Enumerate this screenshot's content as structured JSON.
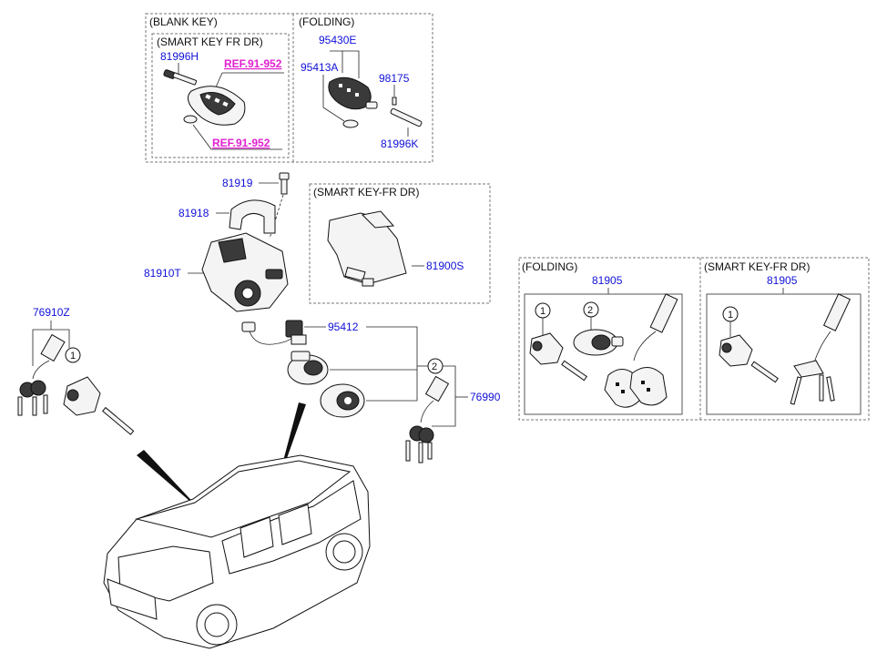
{
  "colors": {
    "part_number": "#1010d8",
    "reference": "#e020d0",
    "caption": "#111111"
  },
  "captions": {
    "blank_key": "(BLANK KEY)",
    "smart_key_fr_dr_top": "(SMART KEY FR DR)",
    "folding_top": "(FOLDING)",
    "smart_key_fr_dr_mid": "(SMART KEY-FR DR)",
    "folding_right": "(FOLDING)",
    "smart_key_fr_dr_right": "(SMART KEY-FR DR)"
  },
  "parts": {
    "p81996H": "81996H",
    "p95430E": "95430E",
    "p95413A": "95413A",
    "p98175": "98175",
    "p81996K": "81996K",
    "p81919": "81919",
    "p81918": "81918",
    "p81910T": "81910T",
    "p81900S": "81900S",
    "p76910Z": "76910Z",
    "p95412": "95412",
    "p76990": "76990",
    "p81905_folding": "81905",
    "p81905_smart": "81905"
  },
  "refs": {
    "ref1": "REF.91-952",
    "ref2": "REF.91-952"
  },
  "callouts": {
    "c1": "1",
    "c2": "2"
  },
  "icons": [
    "smart-key-fob-icon",
    "folding-key-icon",
    "ignition-lock-icon",
    "door-lock-cylinder-icon",
    "key-set-icon",
    "vehicle-icon"
  ]
}
